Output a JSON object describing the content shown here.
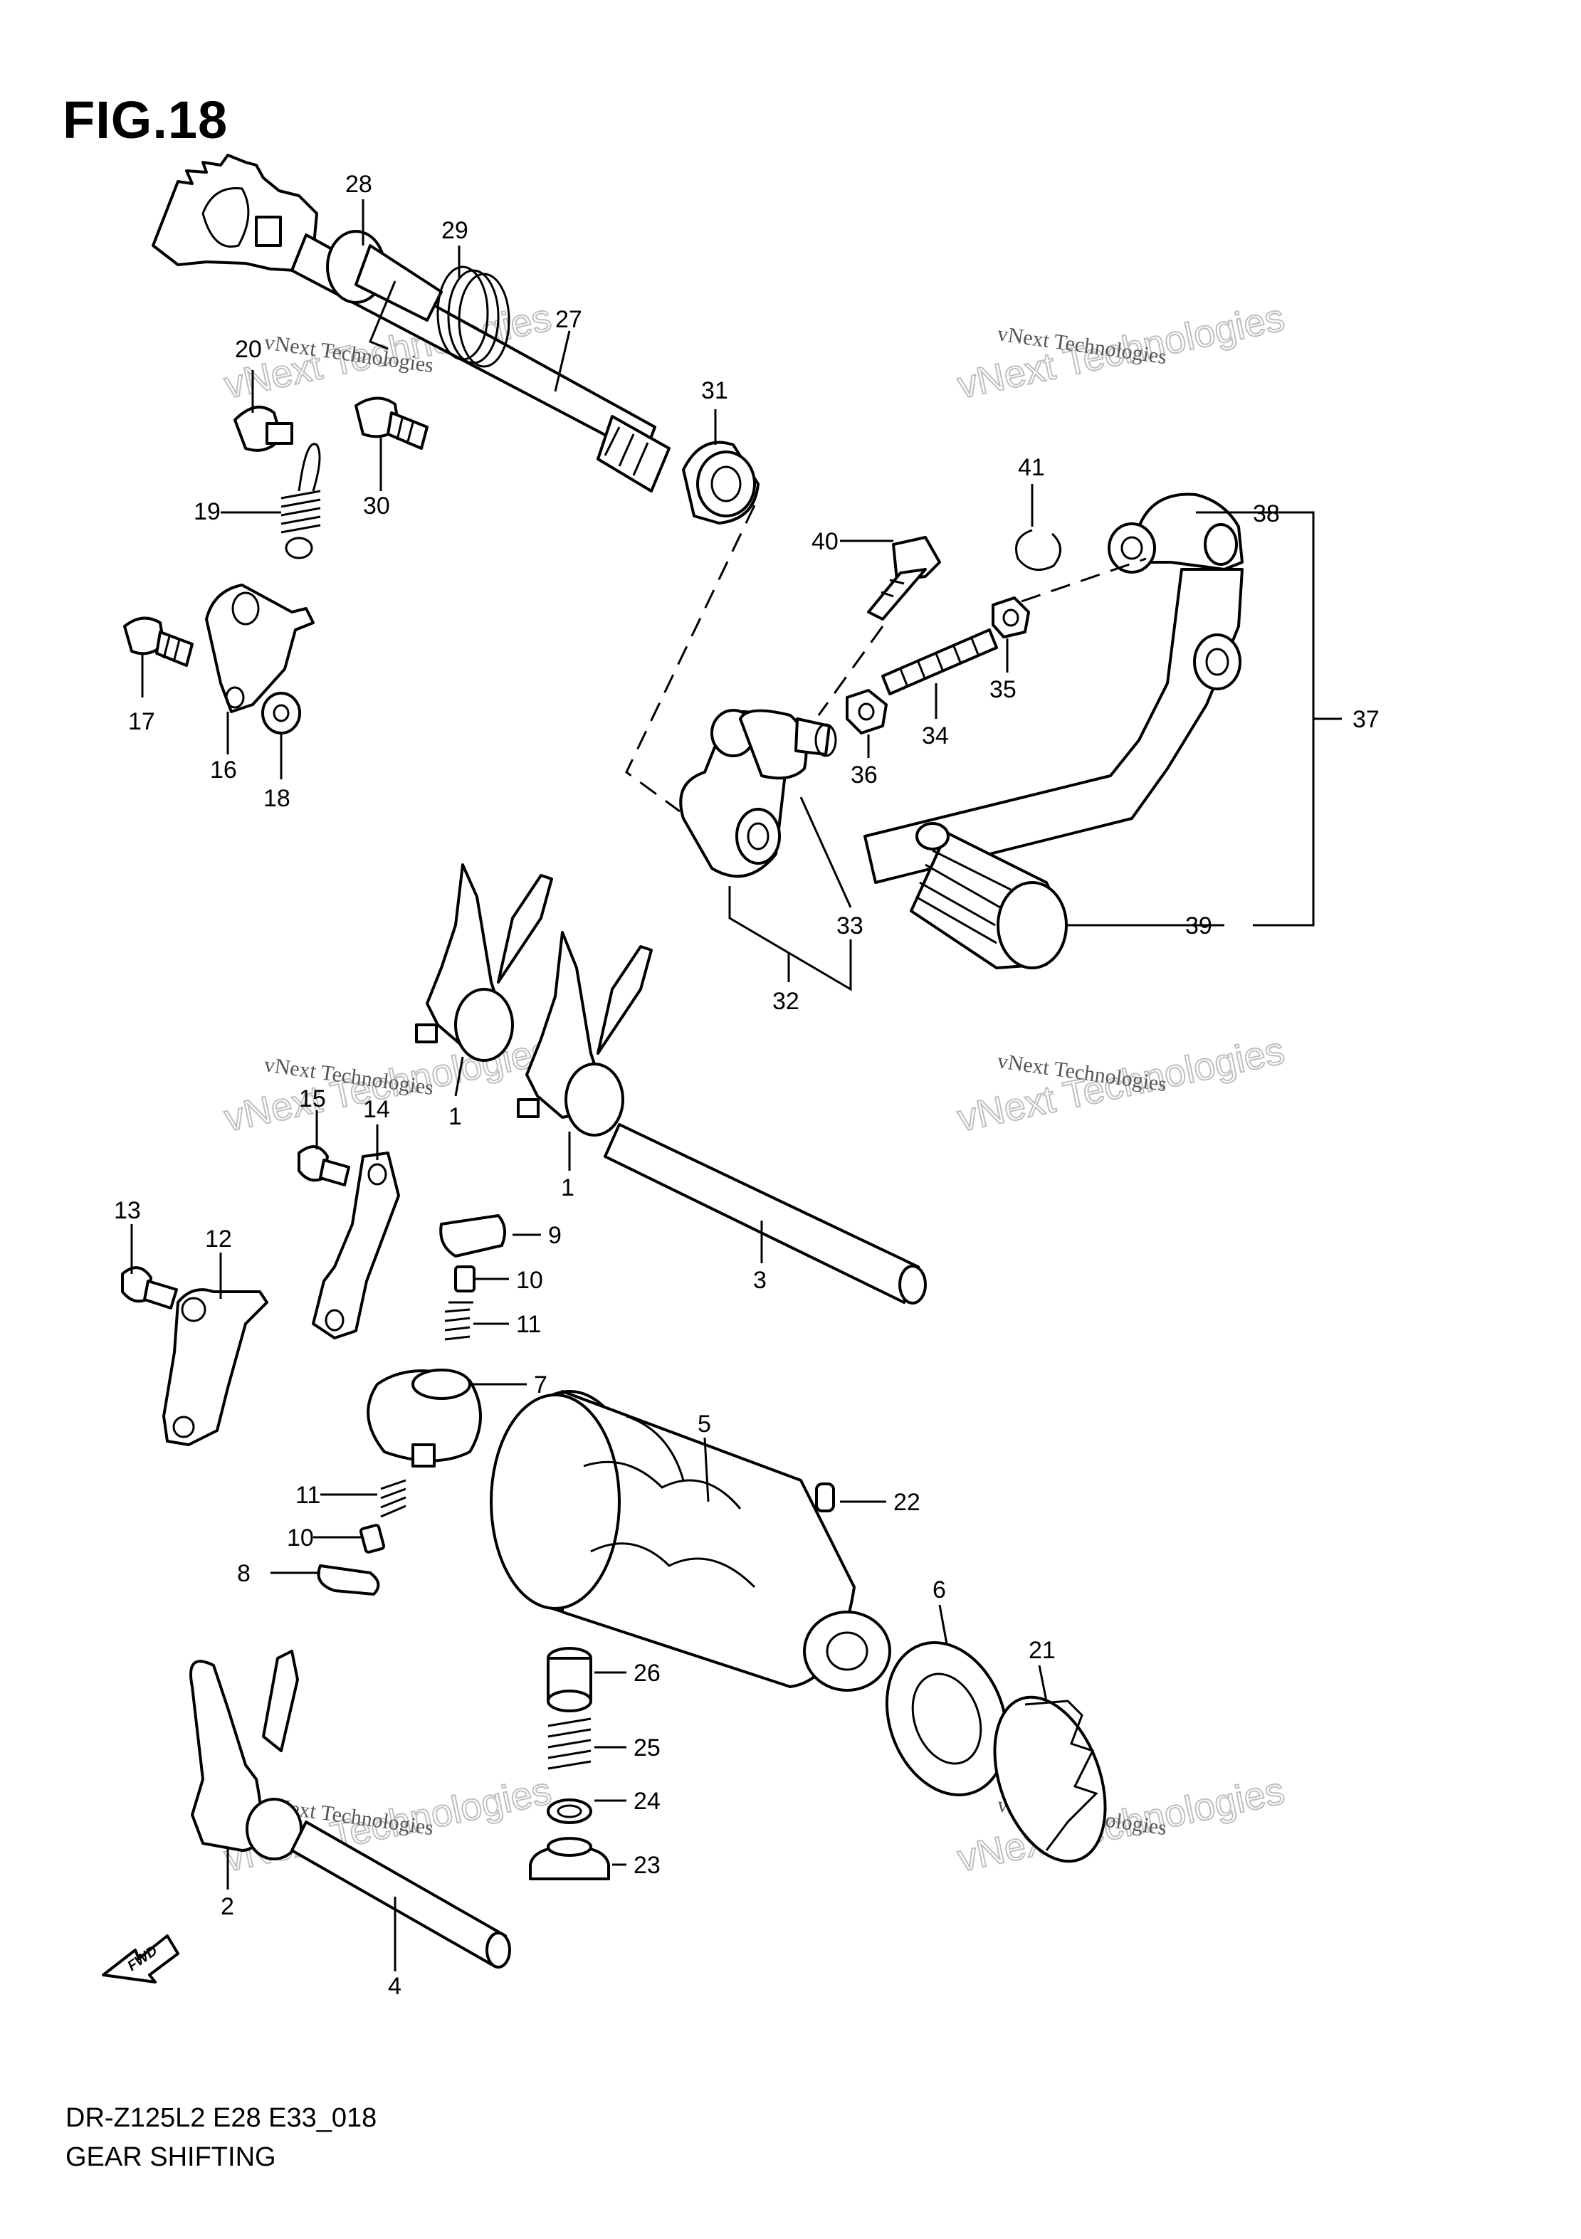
{
  "figure_label": "FIG.18",
  "model_code": "DR-Z125L2 E28 E33_018",
  "diagram_title": "GEAR SHIFTING",
  "fwd_label": "FWD",
  "watermark": {
    "line1": "vNext Technologies",
    "line2": "vNext Technologies"
  },
  "callouts": {
    "p1a": "1",
    "p1b": "1",
    "p2": "2",
    "p3": "3",
    "p4": "4",
    "p5": "5",
    "p6": "6",
    "p7": "7",
    "p8": "8",
    "p9": "9",
    "p10a": "10",
    "p10b": "10",
    "p11a": "11",
    "p11b": "11",
    "p12": "12",
    "p13": "13",
    "p14": "14",
    "p15": "15",
    "p16": "16",
    "p17": "17",
    "p18": "18",
    "p19": "19",
    "p20": "20",
    "p21": "21",
    "p22": "22",
    "p23": "23",
    "p24": "24",
    "p25": "25",
    "p26": "26",
    "p27": "27",
    "p28": "28",
    "p29": "29",
    "p30": "30",
    "p31": "31",
    "p32": "32",
    "p33": "33",
    "p34": "34",
    "p35": "35",
    "p36": "36",
    "p37": "37",
    "p38": "38",
    "p39": "39",
    "p40": "40",
    "p41": "41"
  }
}
